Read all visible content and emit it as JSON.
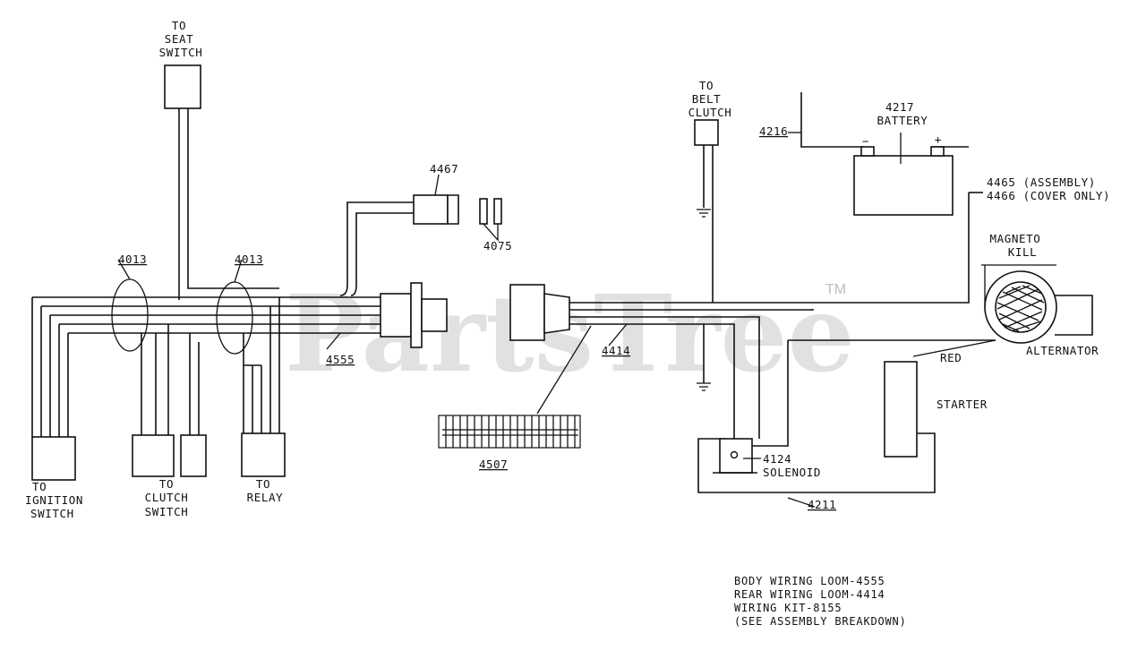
{
  "watermark": {
    "text": "PartsTree",
    "tm": "TM"
  },
  "labels": {
    "seat_switch": [
      "TO",
      "SEAT",
      "SWITCH"
    ],
    "belt_clutch": [
      "TO",
      "BELT",
      "CLUTCH"
    ],
    "battery_num": "4217",
    "battery": "BATTERY",
    "p4216": "4216",
    "assembly": "4465 (ASSEMBLY)",
    "cover": "4466 (COVER ONLY)",
    "magneto": [
      "MAGNETO",
      "KILL"
    ],
    "alternator": "ALTERNATOR",
    "red": "RED",
    "starter": "STARTER",
    "solenoid_num": "4124",
    "solenoid": "SOLENOID",
    "p4211": "4211",
    "p4467": "4467",
    "p4075": "4075",
    "p4013a": "4013",
    "p4013b": "4013",
    "p4555": "4555",
    "p4414": "4414",
    "p4507": "4507",
    "ignition": [
      "TO",
      "IGNITION",
      "SWITCH"
    ],
    "clutch_switch": [
      "TO",
      "CLUTCH",
      "SWITCH"
    ],
    "relay": [
      "TO",
      "RELAY"
    ],
    "battery_minus": "−",
    "battery_plus": "+"
  },
  "notes": [
    "BODY WIRING LOOM-4555",
    "REAR WIRING LOOM-4414",
    "WIRING KIT-8155",
    "(SEE ASSEMBLY BREAKDOWN)"
  ]
}
